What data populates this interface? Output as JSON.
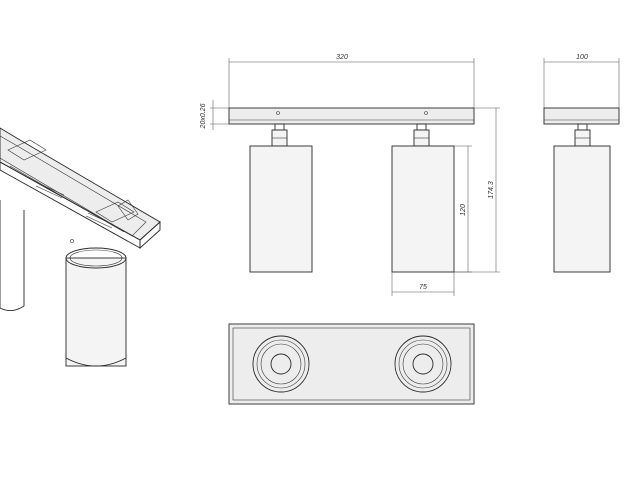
{
  "drawing": {
    "dimensions": {
      "total_length": "320",
      "plate_height": "20x0.26",
      "depth": "100",
      "overall_height": "174.3",
      "spot_height": "120",
      "spot_diameter": "75"
    }
  }
}
